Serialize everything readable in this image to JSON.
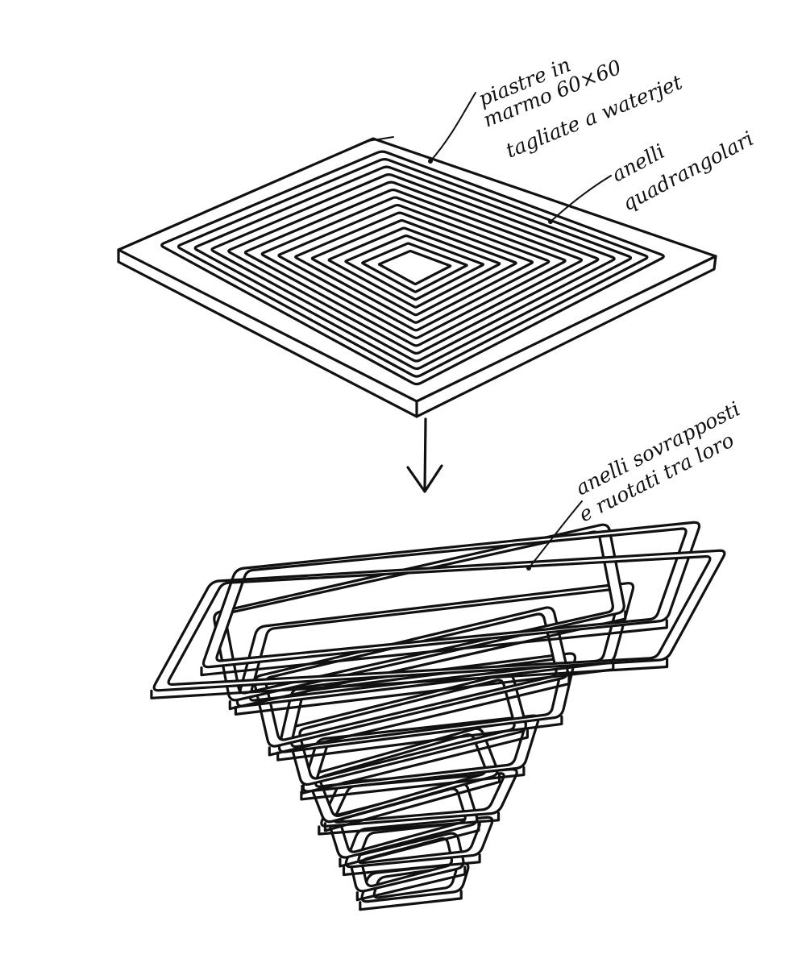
{
  "annotations": {
    "plate_line1": "piastre in",
    "plate_line2": "marmo 60×60",
    "plate_line3": "tagliate a waterjet",
    "rings_line1": "anelli",
    "rings_line2": "quadrangolari",
    "stack_line1": "anelli sovrapposti",
    "stack_line2": "e ruotati tra loro"
  },
  "colors": {
    "ink": "#111111",
    "paper": "#ffffff"
  }
}
